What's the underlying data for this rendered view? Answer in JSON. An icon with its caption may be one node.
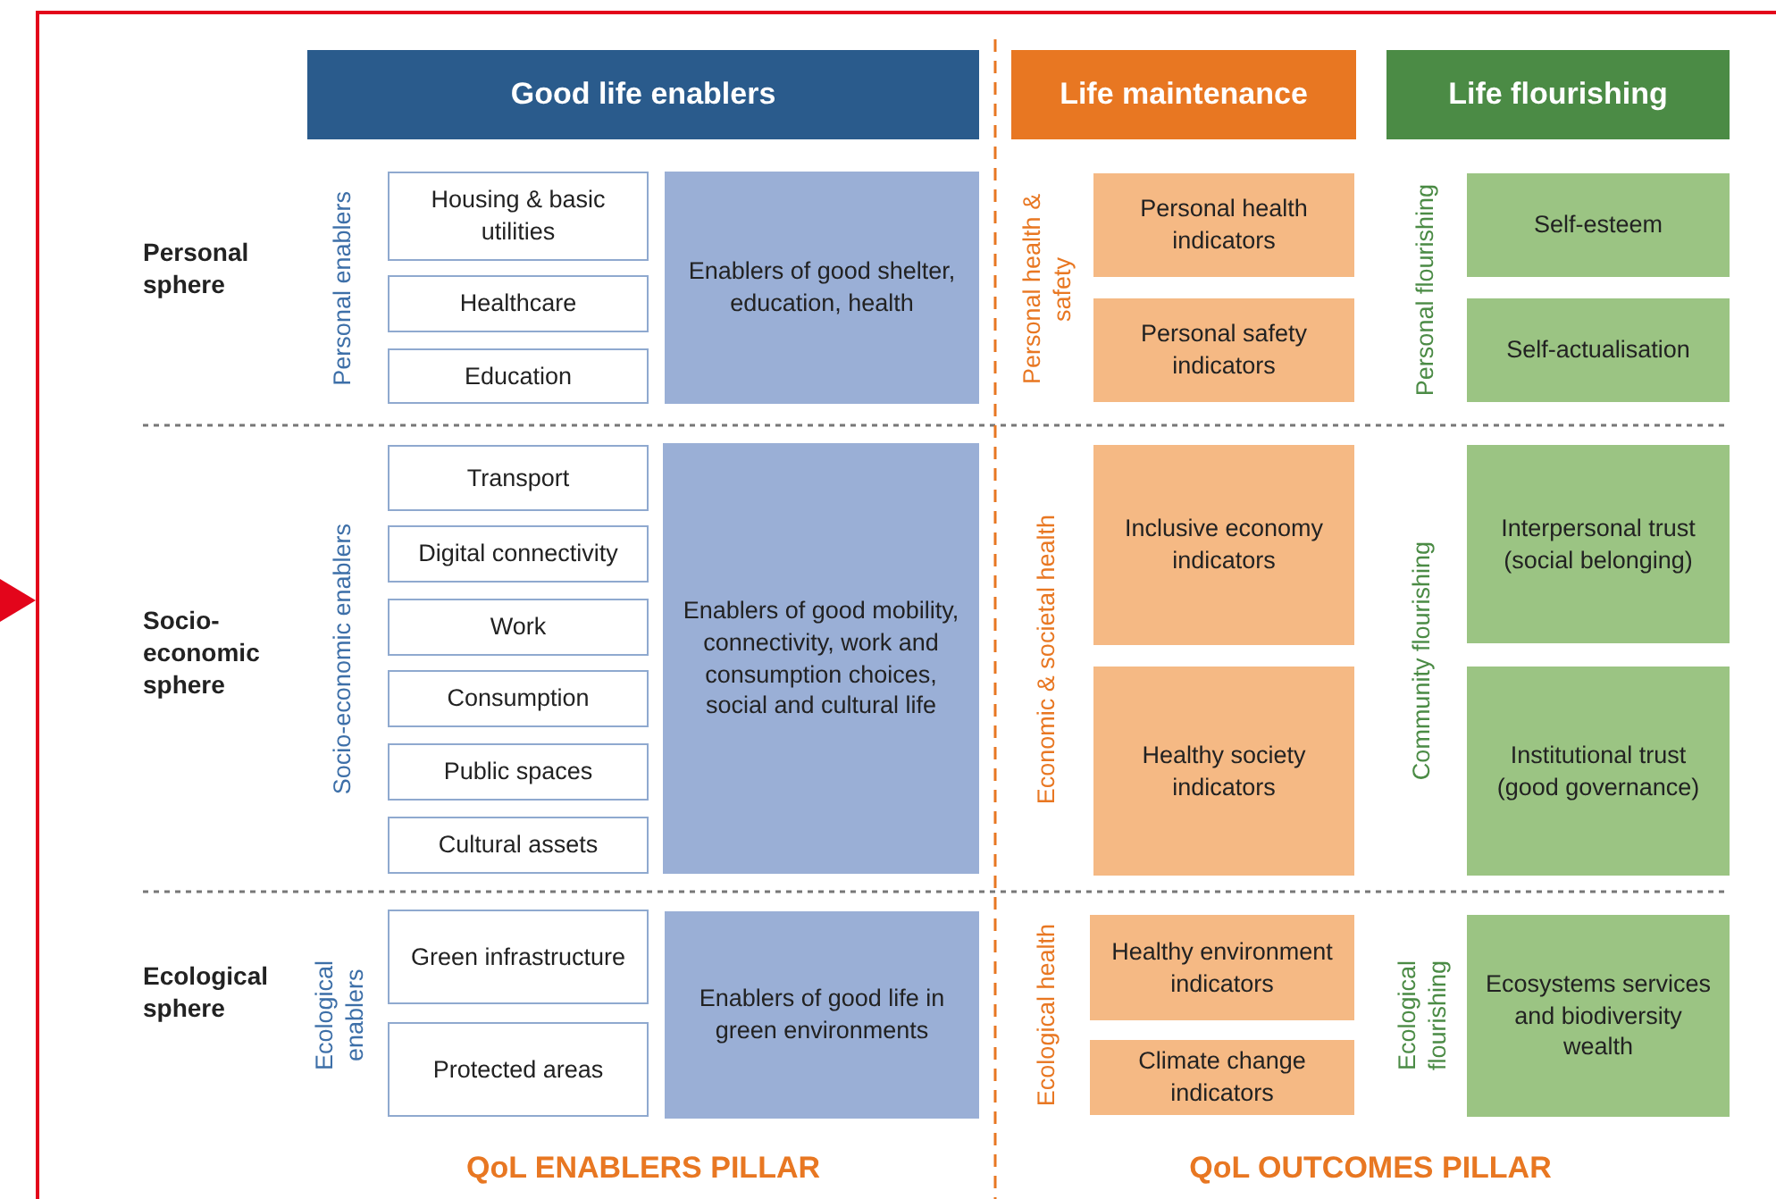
{
  "diagram": {
    "nodes": [
      {
        "text": [
          "Good life enablers"
        ]
      },
      {
        "text": [
          "Life maintenance"
        ]
      },
      {
        "text": [
          "Life flourishing"
        ]
      },
      {
        "text": [
          "Housing & basic utilities"
        ]
      },
      {
        "text": [
          "Healthcare"
        ]
      },
      {
        "text": [
          "Education"
        ]
      },
      {
        "text": [
          "Enablers of good shelter, education, health"
        ]
      },
      {
        "text": [
          "Personal health indicators"
        ]
      },
      {
        "text": [
          "Personal safety indicators"
        ]
      },
      {
        "text": [
          "Self-esteem"
        ]
      },
      {
        "text": [
          "Self-actualisation"
        ]
      },
      {
        "text": [
          "Transport"
        ]
      },
      {
        "text": [
          "Digital connectivity"
        ]
      },
      {
        "text": [
          "Work"
        ]
      },
      {
        "text": [
          "Consumption"
        ]
      },
      {
        "text": [
          "Public spaces"
        ]
      },
      {
        "text": [
          "Cultural assets"
        ]
      },
      {
        "text": [
          "Enablers of good mobility, connectivity, work and consumption choices, social and cultural life"
        ]
      },
      {
        "text": [
          "Inclusive economy indicators"
        ]
      },
      {
        "text": [
          "Healthy society indicators"
        ]
      },
      {
        "text": [
          "Interpersonal trust (social belonging)"
        ]
      },
      {
        "text": [
          "Institutional trust (good governance)"
        ]
      },
      {
        "text": [
          "Green infrastructure"
        ]
      },
      {
        "text": [
          "Protected areas"
        ]
      },
      {
        "text": [
          "Enablers of good life in green environments"
        ]
      },
      {
        "text": [
          "Healthy environment indicators"
        ]
      },
      {
        "text": [
          "Climate change indicators"
        ]
      },
      {
        "text": [
          "Ecosystems services and biodiversity wealth"
        ]
      }
    ],
    "labels": [
      "Personal sphere",
      "Personal enablers",
      "Personal health & safety",
      "Personal flourishing",
      "Socio-economic sphere",
      "Socio-economic enablers",
      "Economic & societal health",
      "Community flourishing",
      "Ecological sphere",
      "Ecological enablers",
      "Ecological health",
      "Ecological flourishing",
      "QoL ENABLERS PILLAR",
      "QoL OUTCOMES PILLAR"
    ]
  }
}
